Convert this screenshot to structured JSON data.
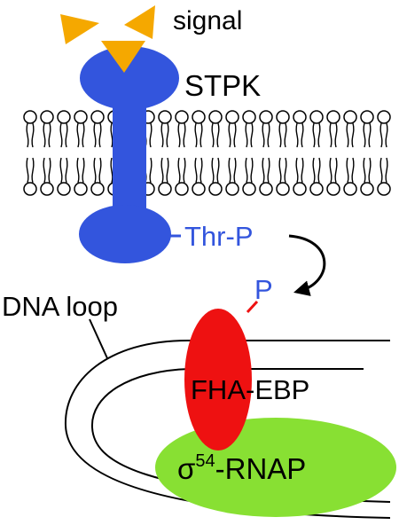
{
  "labels": {
    "signal": "signal",
    "kinase": "STPK",
    "phospho_threonine": "Thr-P",
    "phosphate": "P",
    "dna_loop": "DNA loop",
    "activator": "FHA-EBP",
    "polymerase_sigma": "σ",
    "polymerase_superscript": "54",
    "polymerase_rest": "-RNAP"
  },
  "colors": {
    "kinase": "#3355dd",
    "signal": "#f5a800",
    "activator": "#ee1111",
    "polymerase": "#88e033",
    "label_blue": "#3355dd",
    "phosphate_link": "#ee1111",
    "outline": "#000000"
  }
}
